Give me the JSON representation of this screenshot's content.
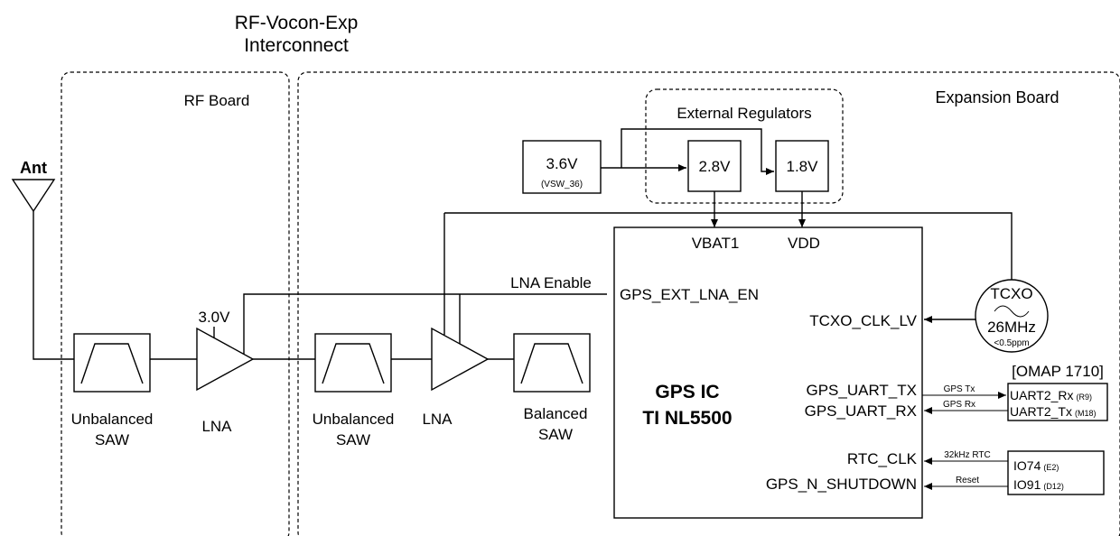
{
  "title": {
    "line1": "RF-Vocon-Exp",
    "line2": "Interconnect"
  },
  "regions": {
    "rf_board": "RF Board",
    "expansion_board": "Expansion Board",
    "external_regulators": "External Regulators"
  },
  "antenna": "Ant",
  "rf_chain": {
    "saw1": {
      "line1": "Unbalanced",
      "line2": "SAW"
    },
    "lna1": "LNA",
    "lna1_supply": "3.0V",
    "saw2": {
      "line1": "Unbalanced",
      "line2": "SAW"
    },
    "lna2": "LNA",
    "saw3": {
      "line1": "Balanced",
      "line2": "SAW"
    }
  },
  "power": {
    "source": "3.6V",
    "source_sub": "(VSW_36)",
    "reg1": "2.8V",
    "reg2": "1.8V"
  },
  "gps_ic": {
    "line1": "GPS IC",
    "line2": "TI NL5500",
    "pins": {
      "vbat": "VBAT1",
      "vdd": "VDD",
      "lna_en": "GPS_EXT_LNA_EN",
      "tcxo_clk": "TCXO_CLK_LV",
      "uart_tx": "GPS_UART_TX",
      "uart_rx": "GPS_UART_RX",
      "rtc_clk": "RTC_CLK",
      "shutdown": "GPS_N_SHUTDOWN"
    }
  },
  "signals": {
    "lna_enable": "LNA Enable",
    "gps_tx": "GPS Tx",
    "gps_rx": "GPS Rx",
    "rtc": "32kHz RTC",
    "reset": "Reset"
  },
  "tcxo": {
    "name": "TCXO",
    "freq": "26MHz",
    "ppm": "<0.5ppm"
  },
  "omap": {
    "title": "[OMAP 1710]",
    "uart_rx": "UART2_Rx",
    "uart_rx_ball": "(R9)",
    "uart_tx": "UART2_Tx",
    "uart_tx_ball": "(M18)",
    "io74": "IO74",
    "io74_ball": "(E2)",
    "io91": "IO91",
    "io91_ball": "(D12)"
  }
}
